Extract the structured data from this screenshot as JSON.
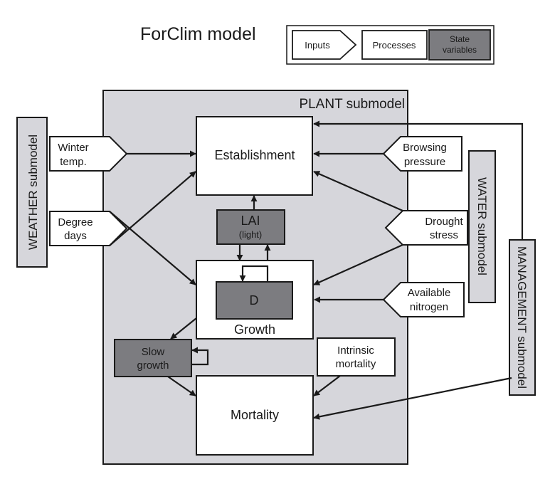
{
  "title": "ForClim model",
  "legend": {
    "inputs": "Inputs",
    "processes": "Processes",
    "state_line1": "State",
    "state_line2": "variables"
  },
  "plant": {
    "label": "PLANT submodel"
  },
  "weather": {
    "label": "WEATHER submodel"
  },
  "water": {
    "label": "WATER submodel"
  },
  "management": {
    "label": "MANAGEMENT submodel"
  },
  "inputs": {
    "winter_line1": "Winter",
    "winter_line2": "temp.",
    "degree_line1": "Degree",
    "degree_line2": "days",
    "browsing_line1": "Browsing",
    "browsing_line2": "pressure",
    "drought_line1": "Drought",
    "drought_line2": "stress",
    "nitrogen_line1": "Available",
    "nitrogen_line2": "nitrogen",
    "intrinsic_line1": "Intrinsic",
    "intrinsic_line2": "mortality"
  },
  "processes": {
    "establishment": "Establishment",
    "growth": "Growth",
    "mortality": "Mortality"
  },
  "states": {
    "lai_line1": "LAI",
    "lai_line2": "(light)",
    "d": "D",
    "slow_line1": "Slow",
    "slow_line2": "growth"
  },
  "colors": {
    "plant_fill": "#d6d6db",
    "state_fill": "#7c7c80",
    "line": "#1a1a1a"
  }
}
